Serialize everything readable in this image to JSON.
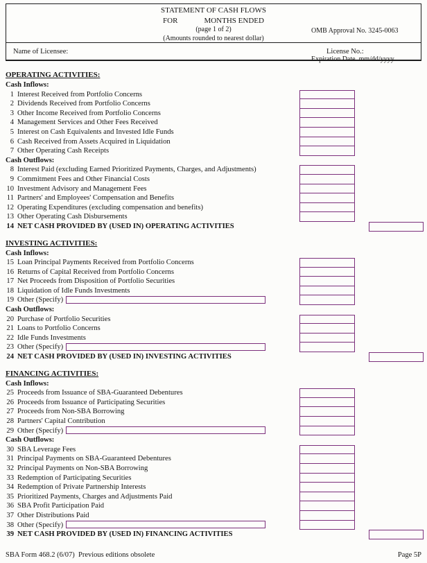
{
  "colors": {
    "box_border": "#7b2e7b"
  },
  "header": {
    "title": "STATEMENT OF CASH FLOWS",
    "for_label": "FOR",
    "months_label": "MONTHS ENDED",
    "page_note": "(page 1 of 2)",
    "amounts_note": "(Amounts rounded to nearest dollar)",
    "omb_approval": "OMB Approval No. 3245-0063",
    "expiration": "Expiration Date  mm/dd/yyyy"
  },
  "licensee_row": {
    "name_label": "Name of Licensee:",
    "license_label": "License No.:"
  },
  "sections": [
    {
      "title": "OPERATING ACTIVITIES:",
      "rows": [
        {
          "type": "group",
          "label": "Cash Inflows:"
        },
        {
          "type": "item",
          "num": "1",
          "label": "Interest Received from Portfolio Concerns",
          "amount_box": true
        },
        {
          "type": "item",
          "num": "2",
          "label": "Dividends Received from Portfolio Concerns",
          "amount_box": true
        },
        {
          "type": "item",
          "num": "3",
          "label": "Other Income Received from Portfolio Concerns",
          "amount_box": true
        },
        {
          "type": "item",
          "num": "4",
          "label": "Management Services and Other Fees Received",
          "amount_box": true
        },
        {
          "type": "item",
          "num": "5",
          "label": "Interest on Cash Equivalents and Invested Idle Funds",
          "amount_box": true
        },
        {
          "type": "item",
          "num": "6",
          "label": "Cash Received from Assets Acquired in Liquidation",
          "amount_box": true
        },
        {
          "type": "item",
          "num": "7",
          "label": "Other Operating Cash Receipts",
          "amount_box": true
        },
        {
          "type": "group",
          "label": "Cash Outflows:"
        },
        {
          "type": "item",
          "num": "8",
          "label": "Interest Paid (excluding Earned Prioritized Payments, Charges, and Adjustments)",
          "amount_box": true
        },
        {
          "type": "item",
          "num": "9",
          "label": "Commitment Fees and Other Financial Costs",
          "amount_box": true
        },
        {
          "type": "item",
          "num": "10",
          "label": "Investment Advisory and Management Fees",
          "amount_box": true
        },
        {
          "type": "item",
          "num": "11",
          "label": "Partners' and Employees' Compensation and Benefits",
          "amount_box": true
        },
        {
          "type": "item",
          "num": "12",
          "label": "Operating Expenditures (excluding compensation and benefits)",
          "amount_box": true
        },
        {
          "type": "item",
          "num": "13",
          "label": "Other Operating Cash Disbursements",
          "amount_box": true
        },
        {
          "type": "total",
          "num": "14",
          "label": "NET CASH PROVIDED BY (USED IN) OPERATING ACTIVITIES"
        }
      ]
    },
    {
      "title": "INVESTING ACTIVITIES:",
      "rows": [
        {
          "type": "group",
          "label": "Cash Inflows:"
        },
        {
          "type": "item",
          "num": "15",
          "label": "Loan Principal Payments Received from Portfolio Concerns",
          "amount_box": true
        },
        {
          "type": "item",
          "num": "16",
          "label": "Returns of Capital Received from Portfolio Concerns",
          "amount_box": true
        },
        {
          "type": "item",
          "num": "17",
          "label": "Net Proceeds from Disposition of Portfolio Securities",
          "amount_box": true
        },
        {
          "type": "item",
          "num": "18",
          "label": "Liquidation of Idle Funds Investments",
          "amount_box": true
        },
        {
          "type": "item",
          "num": "19",
          "label": "Other (Specify)",
          "specify_box": true,
          "amount_box": true
        },
        {
          "type": "group",
          "label": "Cash Outflows:"
        },
        {
          "type": "item",
          "num": "20",
          "label": "Purchase of Portfolio Securities",
          "amount_box": true
        },
        {
          "type": "item",
          "num": "21",
          "label": "Loans to Portfolio Concerns",
          "amount_box": true
        },
        {
          "type": "item",
          "num": "22",
          "label": "Idle Funds Investments",
          "amount_box": true
        },
        {
          "type": "item",
          "num": "23",
          "label": "Other (Specify)",
          "specify_box": true,
          "amount_box": true
        },
        {
          "type": "total",
          "num": "24",
          "label": "NET CASH PROVIDED BY (USED IN) INVESTING ACTIVITIES"
        }
      ]
    },
    {
      "title": "FINANCING ACTIVITIES:",
      "rows": [
        {
          "type": "group",
          "label": "Cash Inflows:"
        },
        {
          "type": "item",
          "num": "25",
          "label": "Proceeds from Issuance of SBA-Guaranteed Debentures",
          "amount_box": true
        },
        {
          "type": "item",
          "num": "26",
          "label": "Proceeds from Issuance of Participating Securities",
          "amount_box": true
        },
        {
          "type": "item",
          "num": "27",
          "label": "Proceeds from Non-SBA Borrowing",
          "amount_box": true
        },
        {
          "type": "item",
          "num": "28",
          "label": "Partners' Capital Contribution",
          "amount_box": true
        },
        {
          "type": "item",
          "num": "29",
          "label": "Other (Specify)",
          "specify_box": true,
          "amount_box": true
        },
        {
          "type": "group",
          "label": "Cash Outflows:"
        },
        {
          "type": "item",
          "num": "30",
          "label": "SBA Leverage Fees",
          "amount_box": true
        },
        {
          "type": "item",
          "num": "31",
          "label": "Principal Payments on SBA-Guaranteed Debentures",
          "amount_box": true
        },
        {
          "type": "item",
          "num": "32",
          "label": "Principal Payments on Non-SBA Borrowing",
          "amount_box": true
        },
        {
          "type": "item",
          "num": "33",
          "label": "Redemption of Participating Securities",
          "amount_box": true
        },
        {
          "type": "item",
          "num": "34",
          "label": "Redemption of Private Partnership Interests",
          "amount_box": true
        },
        {
          "type": "item",
          "num": "35",
          "label": "Prioritized Payments, Charges and Adjustments Paid",
          "amount_box": true
        },
        {
          "type": "item",
          "num": "36",
          "label": "SBA Profit Participation Paid",
          "amount_box": true
        },
        {
          "type": "item",
          "num": "37",
          "label": "Other Distributions Paid",
          "amount_box": true
        },
        {
          "type": "item",
          "num": "38",
          "label": "Other (Specify)",
          "specify_box": true,
          "amount_box": true
        },
        {
          "type": "total",
          "num": "39",
          "label": "NET CASH PROVIDED BY (USED IN) FINANCING ACTIVITIES"
        }
      ]
    }
  ],
  "footer": {
    "left": "SBA Form 468.2 (6/07)  Previous editions obsolete",
    "right": "Page 5P"
  }
}
